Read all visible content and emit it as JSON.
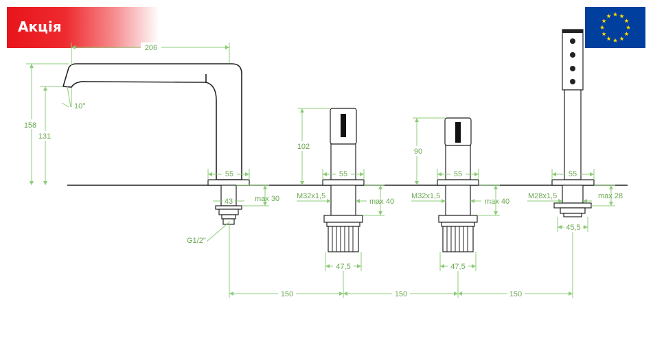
{
  "badge": {
    "label": "Акція",
    "color": "#e8141b"
  },
  "flag": {
    "name": "eu-flag",
    "background": "#003f9e",
    "star_color": "#ffd700",
    "stars": 12
  },
  "colors": {
    "dimension": "#6aa84f",
    "outline": "#222222"
  },
  "dimensions": {
    "spout_reach": "206",
    "spout_height_total": "158",
    "spout_height_outlet": "131",
    "spout_angle": "10°",
    "spout_base_width": "55",
    "spout_shank_width": "43",
    "spout_max_thickness": "max 30",
    "spout_thread": "G1/2\"",
    "handle1_height": "102",
    "handle1_base_width": "55",
    "handle1_thread": "M32x1,5",
    "handle1_max_thickness": "max 40",
    "handle1_nut_width": "47,5",
    "handle2_height": "90",
    "handle2_base_width": "55",
    "handle2_thread": "M32x1,5",
    "handle2_max_thickness": "max 40",
    "handle2_nut_width": "47,5",
    "shower_base_width": "55",
    "shower_thread": "M28x1,5",
    "shower_max_thickness": "max 28",
    "shower_nut_width": "45,5",
    "spacing_1": "150",
    "spacing_2": "150",
    "spacing_3": "150"
  }
}
